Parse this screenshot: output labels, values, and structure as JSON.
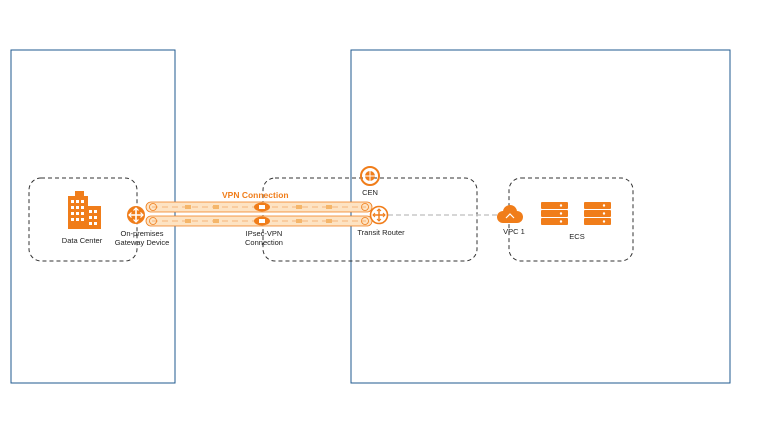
{
  "colors": {
    "orange": "#f07d1a",
    "blue_frame": "#1f5a8f",
    "dashed": "#333333",
    "tunnel_fill": "#fde3c3",
    "link_gray": "#c8c8c8"
  },
  "labels": {
    "data_center": "Data Center",
    "gateway_line1": "On-premises",
    "gateway_line2": "Gateway Device",
    "vpn_connection": "VPN Connection",
    "ipsec_line1": "IPsec-VPN",
    "ipsec_line2": "Connection",
    "cen": "CEN",
    "transit_router": "Transit Router",
    "vpc": "VPC 1",
    "ecs": "ECS"
  },
  "icons": {
    "building": "building-icon",
    "gateway": "router-icon",
    "ipsec": "vpn-lock-icon",
    "cen": "cen-icon",
    "transit_router": "transit-router-icon",
    "vpc": "cloud-icon",
    "ecs": "server-icon"
  }
}
